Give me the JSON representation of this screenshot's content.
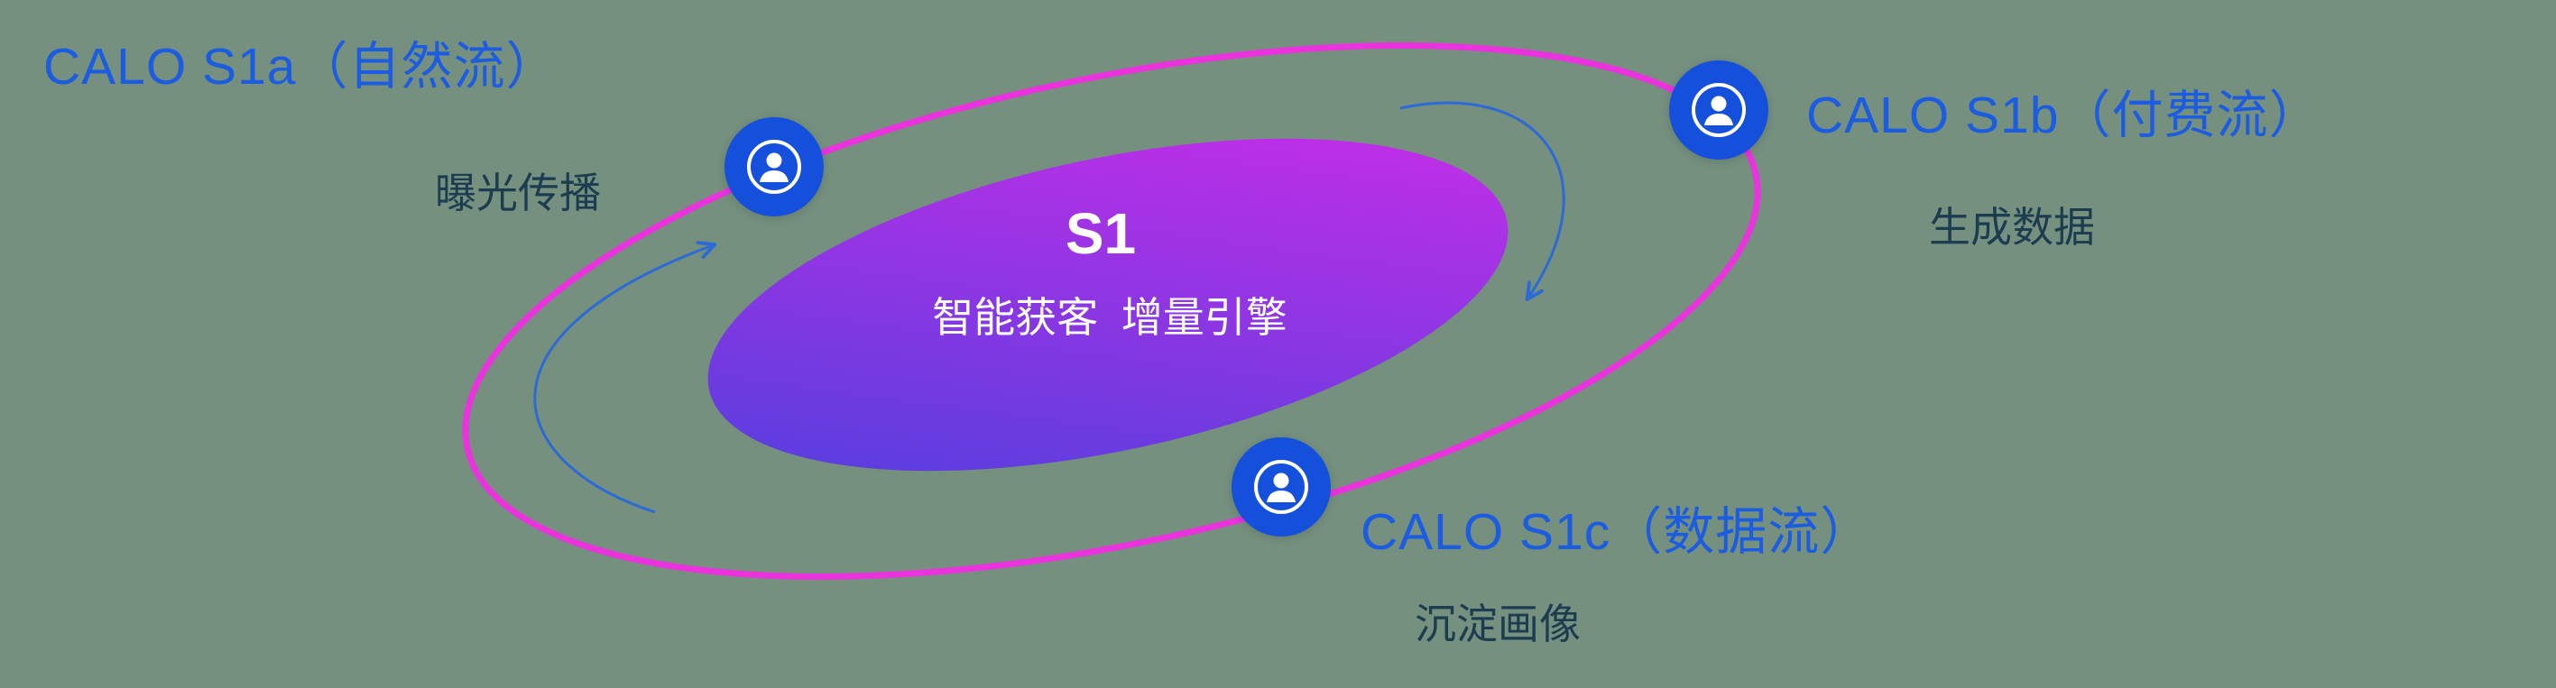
{
  "diagram": {
    "core": {
      "title": "S1",
      "subtitle": "智能获客  增量引擎"
    },
    "nodes": [
      {
        "id": "s1a",
        "title": "CALO S1a（自然流）",
        "subtitle": "曝光传播",
        "icon": "person-icon"
      },
      {
        "id": "s1b",
        "title": "CALO S1b（付费流）",
        "subtitle": "生成数据",
        "icon": "person-icon"
      },
      {
        "id": "s1c",
        "title": "CALO S1c（数据流）",
        "subtitle": "沉淀画像",
        "icon": "person-icon"
      }
    ],
    "arrows": [
      {
        "id": "left-arrow",
        "direction": "counter-clockwise-up"
      },
      {
        "id": "top-right-arrow",
        "direction": "clockwise-down"
      }
    ]
  },
  "colors": {
    "bg": "#75907e",
    "accent": "#1b5ce0",
    "dark": "#1c3c50",
    "orbit": "#ea32dd",
    "node": "#1550dc",
    "arrow": "#2c6ad6",
    "grad_start": "#4a40dd",
    "grad_end": "#d02ce9",
    "core_text": "#ffffff"
  }
}
